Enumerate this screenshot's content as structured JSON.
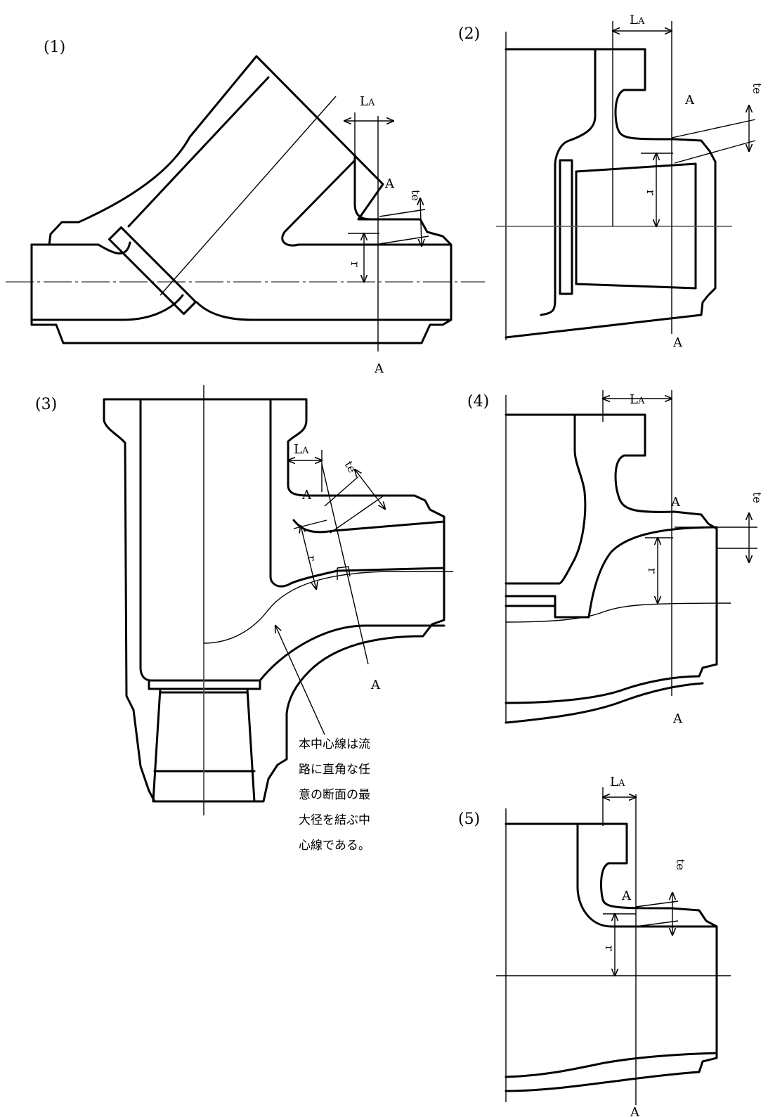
{
  "panels": [
    {
      "id": "1",
      "label": "(1)"
    },
    {
      "id": "2",
      "label": "(2)"
    },
    {
      "id": "3",
      "label": "(3)"
    },
    {
      "id": "4",
      "label": "(4)"
    },
    {
      "id": "5",
      "label": "(5)"
    }
  ],
  "labels": {
    "la_main": "L",
    "la_sub": "A",
    "point_a": "A",
    "section_a": "A",
    "te": "te",
    "r": "r"
  },
  "note": {
    "lines": [
      "本中心線は流",
      "路に直角な任",
      "意の断面の最",
      "大径を結ぶ中",
      "心線である。"
    ]
  }
}
